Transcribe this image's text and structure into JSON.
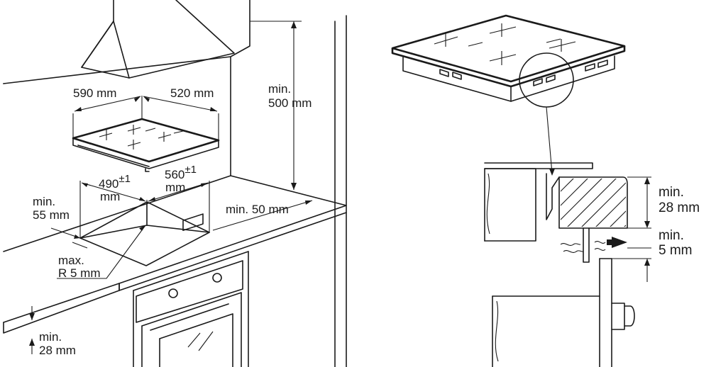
{
  "left": {
    "width_label": "590 mm",
    "depth_label": "520 mm",
    "cutout_width_label": "490",
    "cutout_width_tol": "±1",
    "cutout_width_unit": "mm",
    "cutout_depth_label": "560",
    "cutout_depth_tol": "±1",
    "cutout_depth_unit": "mm",
    "min_front_line1": "min.",
    "min_front_line2": "55 mm",
    "min_side_label": "min. 50 mm",
    "radius_line1": "max.",
    "radius_line2": "R 5 mm",
    "hood_line1": "min.",
    "hood_line2": "500 mm",
    "worktop_line1": "min.",
    "worktop_line2": "28 mm"
  },
  "right": {
    "thickness_line1": "min.",
    "thickness_line2": "28 mm",
    "gap_line1": "min.",
    "gap_line2": "5 mm"
  }
}
